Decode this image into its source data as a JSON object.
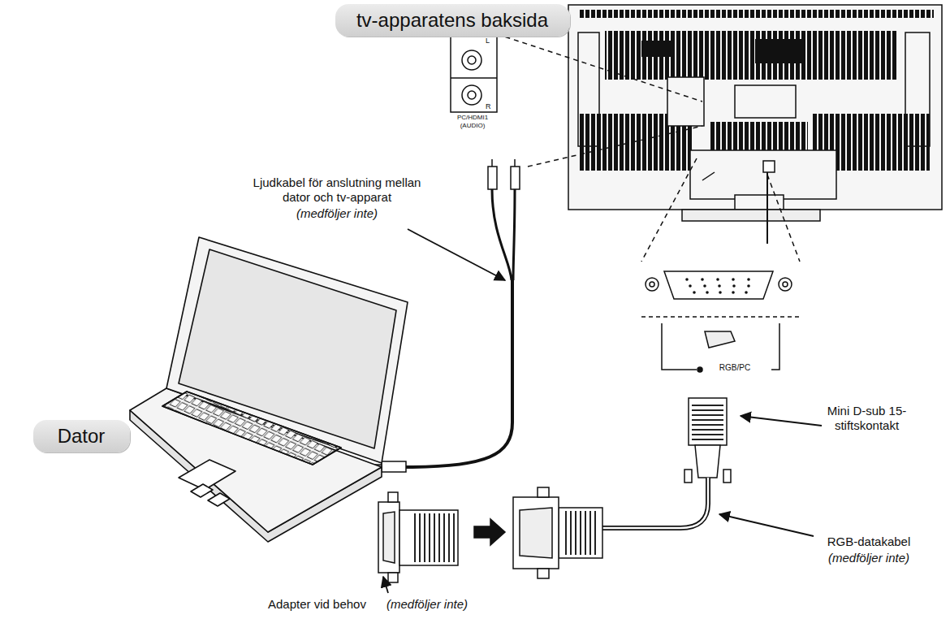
{
  "diagram": {
    "nodes": [
      {
        "text": [
          "tv-apparatens baksida"
        ]
      },
      {
        "text": [
          "Dator"
        ]
      }
    ],
    "labels": [
      "L",
      "R",
      "PC/HDMI1 (AUDIO)",
      "Ljudkabel för anslutning mellan dator och tv-apparat",
      "(medföljer inte)",
      "RGB/PC",
      "Mini D-sub 15-stiftskontakt",
      "RGB-datakabel",
      "(medföljer inte)",
      "Adapter vid behov",
      "(medföljer inte)"
    ]
  }
}
